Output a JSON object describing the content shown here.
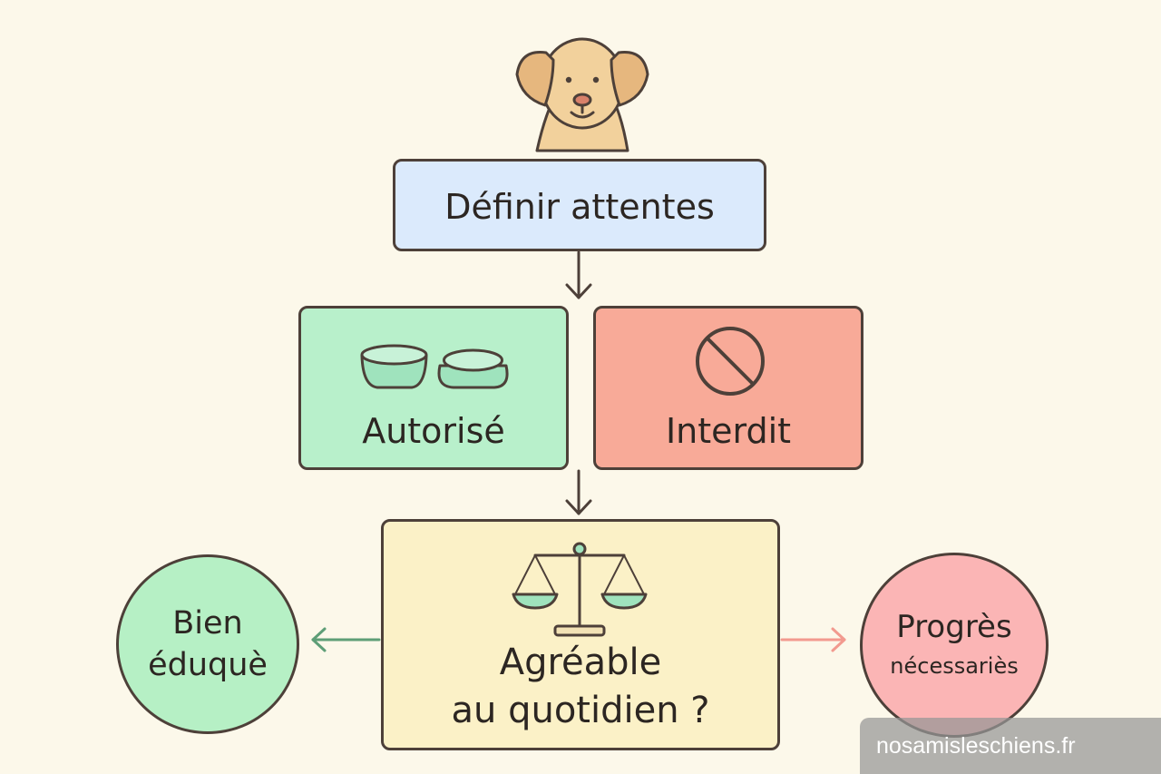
{
  "colors": {
    "background": "#fcf8ea",
    "outline": "#4d4039",
    "define_box": "#dbeafc",
    "allowed_box": "#b8f0cb",
    "forbidden_box": "#f8aa98",
    "question_box": "#fbf1c7",
    "good_circle": "#b6f0c5",
    "progress_circle": "#fbb5b5",
    "green_arrow": "#5e9e77",
    "red_arrow": "#f29a8f",
    "dog": "#f2d19c",
    "bowl_fill": "#9fe3bd",
    "scale_pan": "#9fe3bd"
  },
  "header": {
    "dog_icon": "dog-face-icon"
  },
  "nodes": {
    "define": {
      "label": "Définir attentes"
    },
    "allowed": {
      "label": "Autorisé",
      "icon": "bowls-icon"
    },
    "forbidden": {
      "label": "Interdit",
      "icon": "prohibited-icon"
    },
    "question": {
      "line1": "Agréable",
      "line2": "au quotidien ?",
      "icon": "balance-scale-icon"
    },
    "good": {
      "line1": "Bien",
      "line2": "éduquè"
    },
    "progress": {
      "line1": "Progrès",
      "line2": "nécessariès"
    }
  },
  "watermark": {
    "text": "nosamisleschiens.fr"
  }
}
